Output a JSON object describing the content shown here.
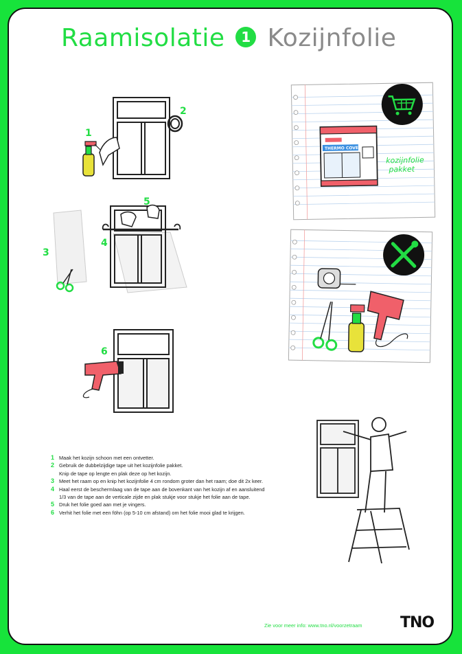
{
  "title": {
    "part1": "Raamisolatie",
    "badge": "1",
    "part2": "Kozijnfolie"
  },
  "figure_numbers": [
    "1",
    "2",
    "3",
    "4",
    "5",
    "6"
  ],
  "shopping_card": {
    "icon": "shopping-cart-icon",
    "package_text": "THERMO COVER",
    "note_line1": "kozijnfolie",
    "note_line2": "pakket"
  },
  "tools_card": {
    "icon": "tools-icon"
  },
  "steps": [
    {
      "num": "1",
      "lines": [
        "Maak het kozijn schoon met een ontvetter."
      ]
    },
    {
      "num": "2",
      "lines": [
        "Gebruik de dubbelzijdige tape uit het kozijnfolie pakket.",
        "Knip de tape op lengte en plak deze op het kozijn."
      ]
    },
    {
      "num": "3",
      "lines": [
        "Meet het raam op en knip het kozijnfolie 4 cm rondom groter dan het raam; doe dit 2x keer."
      ]
    },
    {
      "num": "4",
      "lines": [
        "Haal eerst de beschermlaag van de tape aan de bovenkant van het kozijn af en aansluitend",
        "1/3 van de tape aan de verticale zijde en plak stukje voor stukje het folie aan de tape."
      ]
    },
    {
      "num": "5",
      "lines": [
        "Druk het folie goed aan met je vingers."
      ]
    },
    {
      "num": "6",
      "lines": [
        "Verhit het folie met een föhn (op 5-10 cm afstand) om het folie mooi glad te krijgen."
      ]
    }
  ],
  "footer": {
    "info": "Zie voor meer info: www.tno.nl/voorzetraam",
    "logo": "TNO"
  },
  "colors": {
    "accent": "#22dd44",
    "frame": "#17e33b",
    "hairdryer": "#f0606a",
    "bottle": "#e8e23a"
  }
}
